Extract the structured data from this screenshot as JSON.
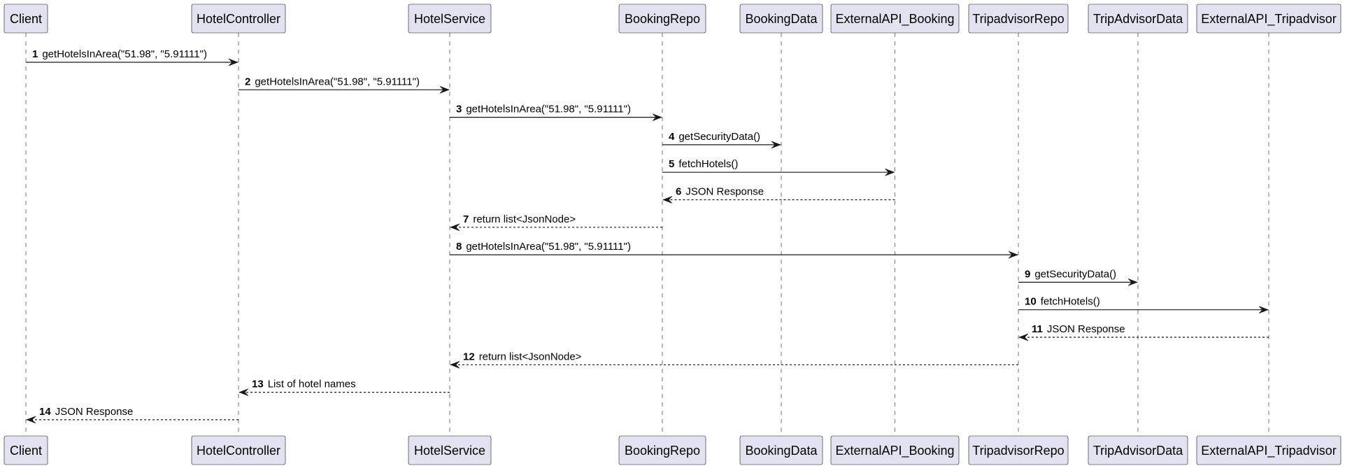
{
  "participants": [
    {
      "id": "client",
      "label": "Client"
    },
    {
      "id": "hotel-controller",
      "label": "HotelController"
    },
    {
      "id": "hotel-service",
      "label": "HotelService"
    },
    {
      "id": "booking-repo",
      "label": "BookingRepo"
    },
    {
      "id": "booking-data",
      "label": "BookingData"
    },
    {
      "id": "external-api-booking",
      "label": "ExternalAPI_Booking"
    },
    {
      "id": "tripadvisor-repo",
      "label": "TripadvisorRepo"
    },
    {
      "id": "tripadvisor-data",
      "label": "TripAdvisorData"
    },
    {
      "id": "external-api-tripadvisor",
      "label": "ExternalAPI_Tripadvisor"
    }
  ],
  "messages": [
    {
      "num": "1",
      "text": "getHotelsInArea(\"51.98\", \"5.91111\")",
      "from": "client",
      "to": "hotel-controller",
      "kind": "call"
    },
    {
      "num": "2",
      "text": "getHotelsInArea(\"51.98\", \"5.91111\")",
      "from": "hotel-controller",
      "to": "hotel-service",
      "kind": "call"
    },
    {
      "num": "3",
      "text": "getHotelsInArea(\"51.98\", \"5.91111\")",
      "from": "hotel-service",
      "to": "booking-repo",
      "kind": "call"
    },
    {
      "num": "4",
      "text": "getSecurityData()",
      "from": "booking-repo",
      "to": "booking-data",
      "kind": "call"
    },
    {
      "num": "5",
      "text": "fetchHotels()",
      "from": "booking-repo",
      "to": "external-api-booking",
      "kind": "call"
    },
    {
      "num": "6",
      "text": "JSON Response",
      "from": "external-api-booking",
      "to": "booking-repo",
      "kind": "return"
    },
    {
      "num": "7",
      "text": "return list<JsonNode>",
      "from": "booking-repo",
      "to": "hotel-service",
      "kind": "return"
    },
    {
      "num": "8",
      "text": "getHotelsInArea(\"51.98\", \"5.91111\")",
      "from": "hotel-service",
      "to": "tripadvisor-repo",
      "kind": "call"
    },
    {
      "num": "9",
      "text": "getSecurityData()",
      "from": "tripadvisor-repo",
      "to": "tripadvisor-data",
      "kind": "call"
    },
    {
      "num": "10",
      "text": "fetchHotels()",
      "from": "tripadvisor-repo",
      "to": "external-api-tripadvisor",
      "kind": "call"
    },
    {
      "num": "11",
      "text": "JSON Response",
      "from": "external-api-tripadvisor",
      "to": "tripadvisor-repo",
      "kind": "return"
    },
    {
      "num": "12",
      "text": "return list<JsonNode>",
      "from": "tripadvisor-repo",
      "to": "hotel-service",
      "kind": "return"
    },
    {
      "num": "13",
      "text": "List of hotel names",
      "from": "hotel-service",
      "to": "hotel-controller",
      "kind": "return"
    },
    {
      "num": "14",
      "text": "JSON Response",
      "from": "hotel-controller",
      "to": "client",
      "kind": "return"
    }
  ]
}
